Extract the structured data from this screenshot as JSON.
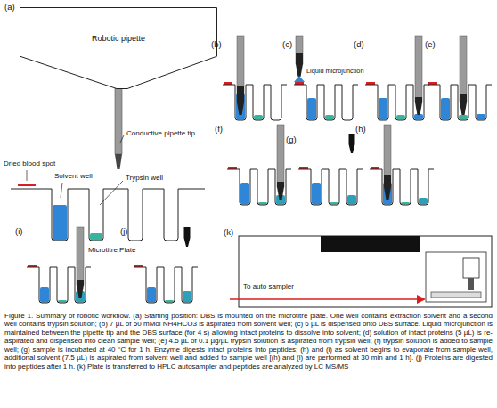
{
  "diagram": {
    "caption": "Figure 1. Summary of robotic workflow. (a) Starting position: DBS is mounted on the microtitre plate. One well contains extraction solvent and a second well contains trypsin solution; (b) 7 µL of 50 mMol NH4HCO3 is aspirated from solvent well; (c) 6 µL is dispensed onto DBS surface. Liquid microjunction is maintained between the pipette tip and the DBS surface (for 4 s) allowing intact proteins to dissolve into solvent; (d) solution of intact proteins (5 µL) is re-aspirated and dispensed into clean sample well; (e) 4.5 µL of 0.1 µg/µL trypsin solution is aspirated from trypsin well; (f) trypsin solution is added to sample well; (g) sample is incubated at 40 °C for 1 h. Enzyme digests intact proteins into peptides; (h) and (i) as solvent begins to evaporate from sample well, additional solvent (7.5 µL) is aspirated from solvent well and added to sample well [(h) and (i) are performed at 30 min and 1 h]. (j) Proteins are digested into peptides after 1 h. (k) Plate is transferred to HPLC autosampler and peptides are analyzed by LC MS/MS",
    "nodes": [
      {
        "text": [
          "Robotic pipette"
        ]
      }
    ],
    "labels": [
      "(a)",
      "Conductive pipette tip",
      "Dried blood spot",
      "Solvent well",
      "Trypsin well",
      "Microtitre Plate",
      "(b)",
      "(c)",
      "Liquid microjunction",
      "(d)",
      "(e)",
      "(f)",
      "(g)",
      "(h)",
      "(i)",
      "(j)",
      "(k)",
      "To auto sampler"
    ]
  }
}
